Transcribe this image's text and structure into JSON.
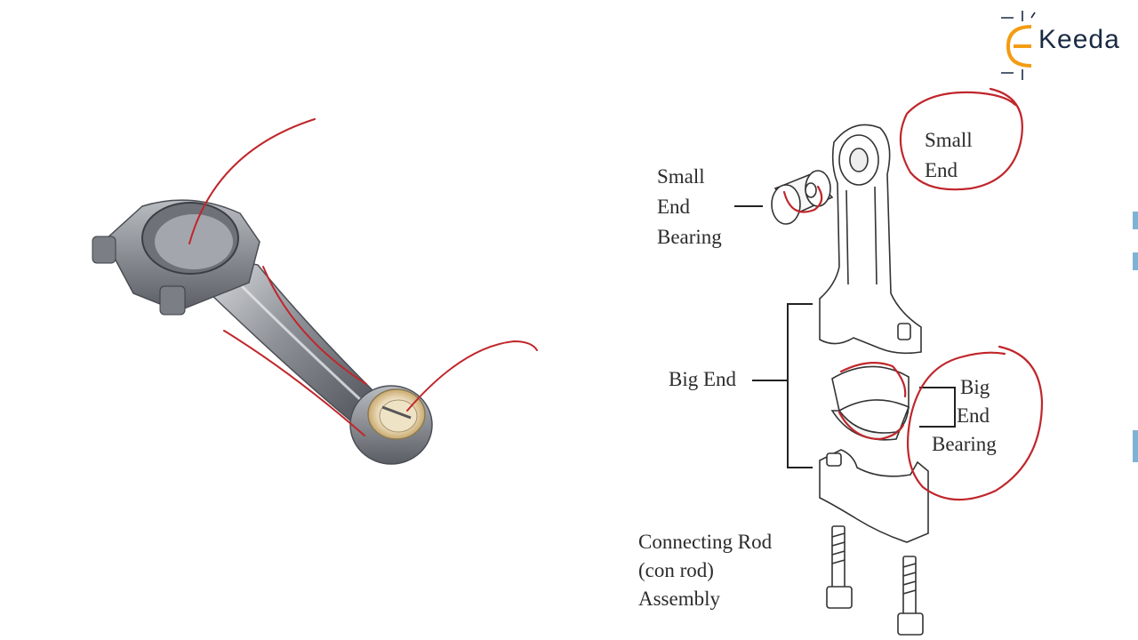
{
  "logo": {
    "text": "Keeda",
    "colors": {
      "orange": "#f39c12",
      "navy": "#1a2a44"
    }
  },
  "labels": {
    "small_end_bearing": [
      "Small",
      "End",
      "Bearing"
    ],
    "small_end": [
      "Small",
      "End"
    ],
    "big_end": "Big End",
    "big_end_bearing": [
      "Big",
      "End",
      "Bearing"
    ],
    "assembly": [
      "Connecting Rod",
      "(con rod)",
      "Assembly"
    ]
  },
  "colors": {
    "annotation": "#c0262b",
    "metal": "#8a8d93",
    "line_art": "#333333",
    "bushing": "#c9a96e"
  }
}
